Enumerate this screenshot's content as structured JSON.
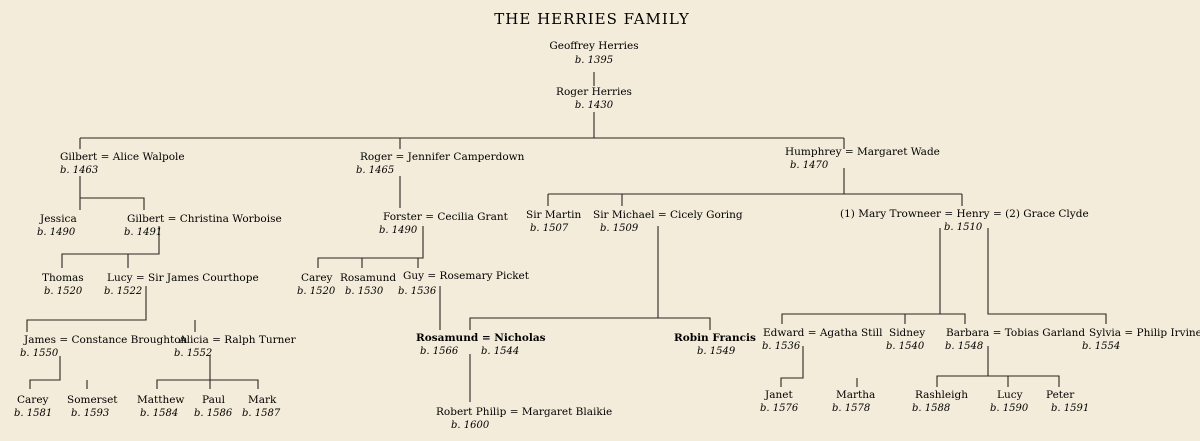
{
  "title": "THE HERRIES FAMILY",
  "people": {
    "geoffrey": {
      "name": "Geoffrey Herries",
      "birth": "b. 1395"
    },
    "roger1": {
      "name": "Roger Herries",
      "birth": "b. 1430"
    },
    "gilbert1": {
      "name": "Gilbert = Alice Walpole",
      "birth": "b. 1463"
    },
    "roger2": {
      "name": "Roger = Jennifer Camperdown",
      "birth": "b. 1465"
    },
    "humphrey": {
      "name": "Humphrey = Margaret Wade",
      "birth": "b. 1470"
    },
    "jessica": {
      "name": "Jessica",
      "birth": "b. 1490"
    },
    "gilbert2": {
      "name": "Gilbert = Christina Worboise",
      "birth": "b. 1491"
    },
    "forster": {
      "name": "Forster = Cecilia Grant",
      "birth": "b. 1490"
    },
    "martin": {
      "name": "Sir Martin",
      "birth": "b. 1507"
    },
    "michael": {
      "name": "Sir Michael = Cicely Goring",
      "birth": "b. 1509"
    },
    "henry": {
      "name": "(1) Mary Trowneer = Henry = (2) Grace Clyde",
      "birth": "b. 1510"
    },
    "thomas": {
      "name": "Thomas",
      "birth": "b. 1520"
    },
    "lucy1": {
      "name": "Lucy = Sir James Courthope",
      "birth": "b. 1522"
    },
    "carey1": {
      "name": "Carey",
      "birth": "b. 1520"
    },
    "rosamund1": {
      "name": "Rosamund",
      "birth": "b. 1530"
    },
    "guy": {
      "name": "Guy = Rosemary Picket",
      "birth": "b. 1536"
    },
    "james": {
      "name": "James = Constance Broughton",
      "birth": "b. 1550"
    },
    "alicia": {
      "name": "Alicia = Ralph Turner",
      "birth": "b. 1552"
    },
    "rosamund2": {
      "name": "Rosamund = Nicholas",
      "birth": "b. 1566",
      "birth2": "b. 1544"
    },
    "robin": {
      "name": "Robin Francis",
      "birth": "b. 1549"
    },
    "edward": {
      "name": "Edward = Agatha Still",
      "birth": "b. 1536"
    },
    "sidney": {
      "name": "Sidney",
      "birth": "b. 1540"
    },
    "barbara": {
      "name": "Barbara = Tobias Garland",
      "birth": "b. 1548"
    },
    "sylvia": {
      "name": "Sylvia = Philip Irvine",
      "birth": "b. 1554"
    },
    "carey2": {
      "name": "Carey",
      "birth": "b. 1581"
    },
    "somerset": {
      "name": "Somerset",
      "birth": "b. 1593"
    },
    "matthew": {
      "name": "Matthew",
      "birth": "b. 1584"
    },
    "paul": {
      "name": "Paul",
      "birth": "b. 1586"
    },
    "mark": {
      "name": "Mark",
      "birth": "b. 1587"
    },
    "robertphilip": {
      "name": "Robert Philip = Margaret Blaikie",
      "birth": "b. 1600"
    },
    "janet": {
      "name": "Janet",
      "birth": "b. 1576"
    },
    "martha": {
      "name": "Martha",
      "birth": "b. 1578"
    },
    "rashleigh": {
      "name": "Rashleigh",
      "birth": "b. 1588"
    },
    "lucy2": {
      "name": "Lucy",
      "birth": "b. 1590"
    },
    "peter": {
      "name": "Peter",
      "birth": "b. 1591"
    }
  }
}
